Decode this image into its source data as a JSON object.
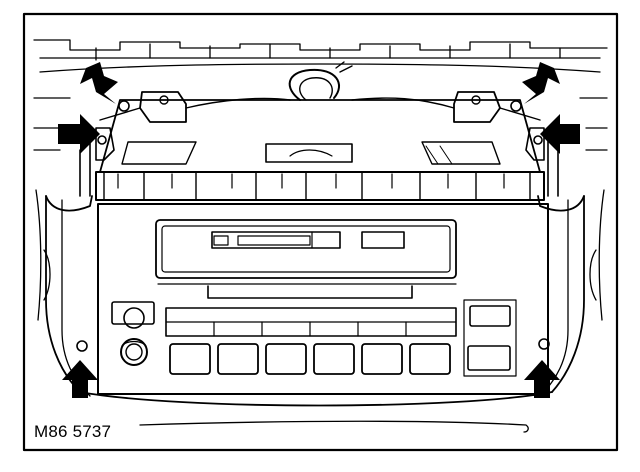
{
  "figure": {
    "reference_code": "M86 5737",
    "subject": "radio-cassette-unit-removal",
    "callouts": [
      {
        "name": "arrow-upper-left-screw",
        "direction": "down-right"
      },
      {
        "name": "arrow-upper-right-screw",
        "direction": "down-left"
      },
      {
        "name": "arrow-left-clip",
        "direction": "right"
      },
      {
        "name": "arrow-right-clip",
        "direction": "left"
      },
      {
        "name": "arrow-lower-left-screw",
        "direction": "up"
      },
      {
        "name": "arrow-lower-right-screw",
        "direction": "up"
      }
    ],
    "colors": {
      "line": "#000000",
      "background": "#ffffff",
      "arrow": "#000000"
    }
  }
}
